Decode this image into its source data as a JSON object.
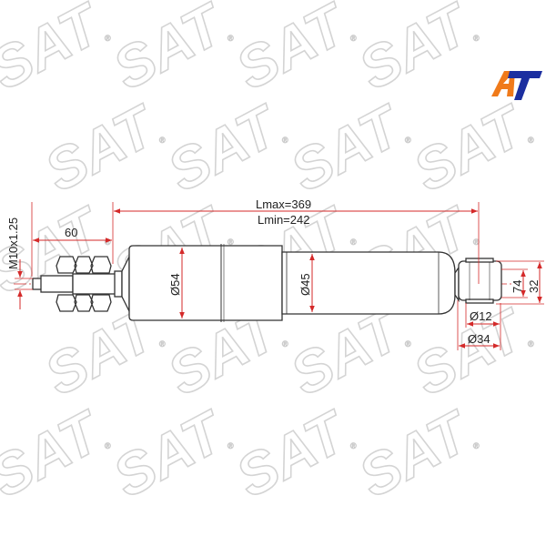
{
  "watermark": {
    "text": "SAT",
    "registered": "®"
  },
  "logo": {
    "text": "AT",
    "colors": {
      "a": "#f07a1a",
      "t": "#1c2fa0"
    }
  },
  "dimensions": {
    "lmax": "Lmax=369",
    "lmin": "Lmin=242",
    "rod_length": "60",
    "thread": "M10x1.25",
    "outer_diameter": "Ø54",
    "inner_diameter": "Ø45",
    "eye_width": "74",
    "eye_height": "32",
    "bushing_inner": "Ø12",
    "bushing_outer": "Ø34"
  },
  "colors": {
    "dimension": "#d42a2a",
    "outline": "#333333",
    "watermark": "#d4d4d4"
  }
}
